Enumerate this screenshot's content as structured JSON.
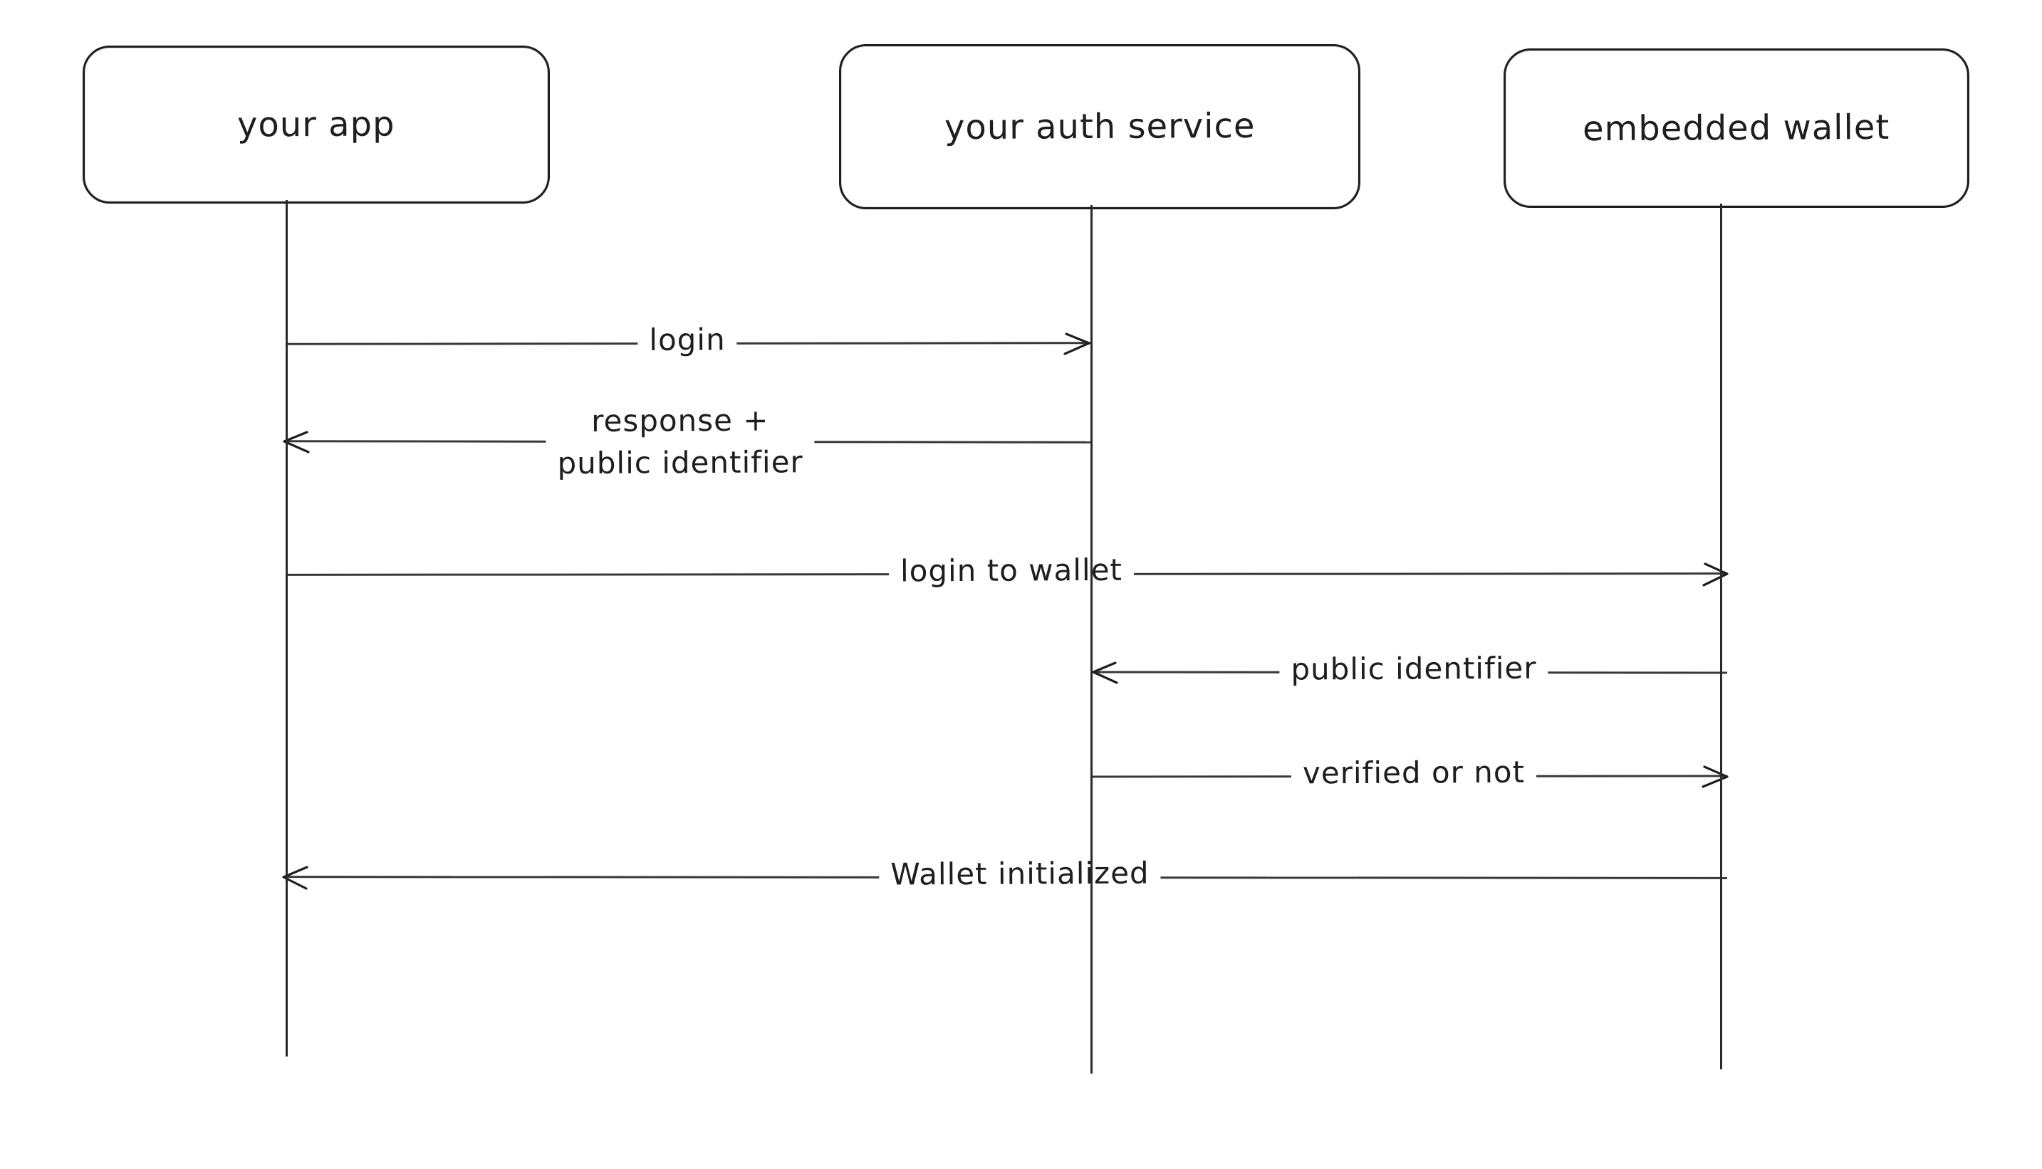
{
  "canvas": {
    "background": "#ffffff",
    "stroke_color": "#1e1e1e",
    "style": "hand-drawn sequence diagram"
  },
  "actors": [
    {
      "label": "your app"
    },
    {
      "label": "your auth service"
    },
    {
      "label": "embedded wallet"
    }
  ],
  "messages": [
    {
      "from": "your app",
      "to": "your auth service",
      "direction": "right",
      "label": "login"
    },
    {
      "from": "your auth service",
      "to": "your app",
      "direction": "left",
      "label": "response +\npublic identifier"
    },
    {
      "from": "your app",
      "to": "embedded wallet",
      "direction": "right",
      "label": "login to wallet"
    },
    {
      "from": "embedded wallet",
      "to": "your auth service",
      "direction": "left",
      "label": "public identifier"
    },
    {
      "from": "your auth service",
      "to": "embedded wallet",
      "direction": "right",
      "label": "verified or not"
    },
    {
      "from": "embedded wallet",
      "to": "your app",
      "direction": "left",
      "label": "Wallet initialized"
    }
  ]
}
